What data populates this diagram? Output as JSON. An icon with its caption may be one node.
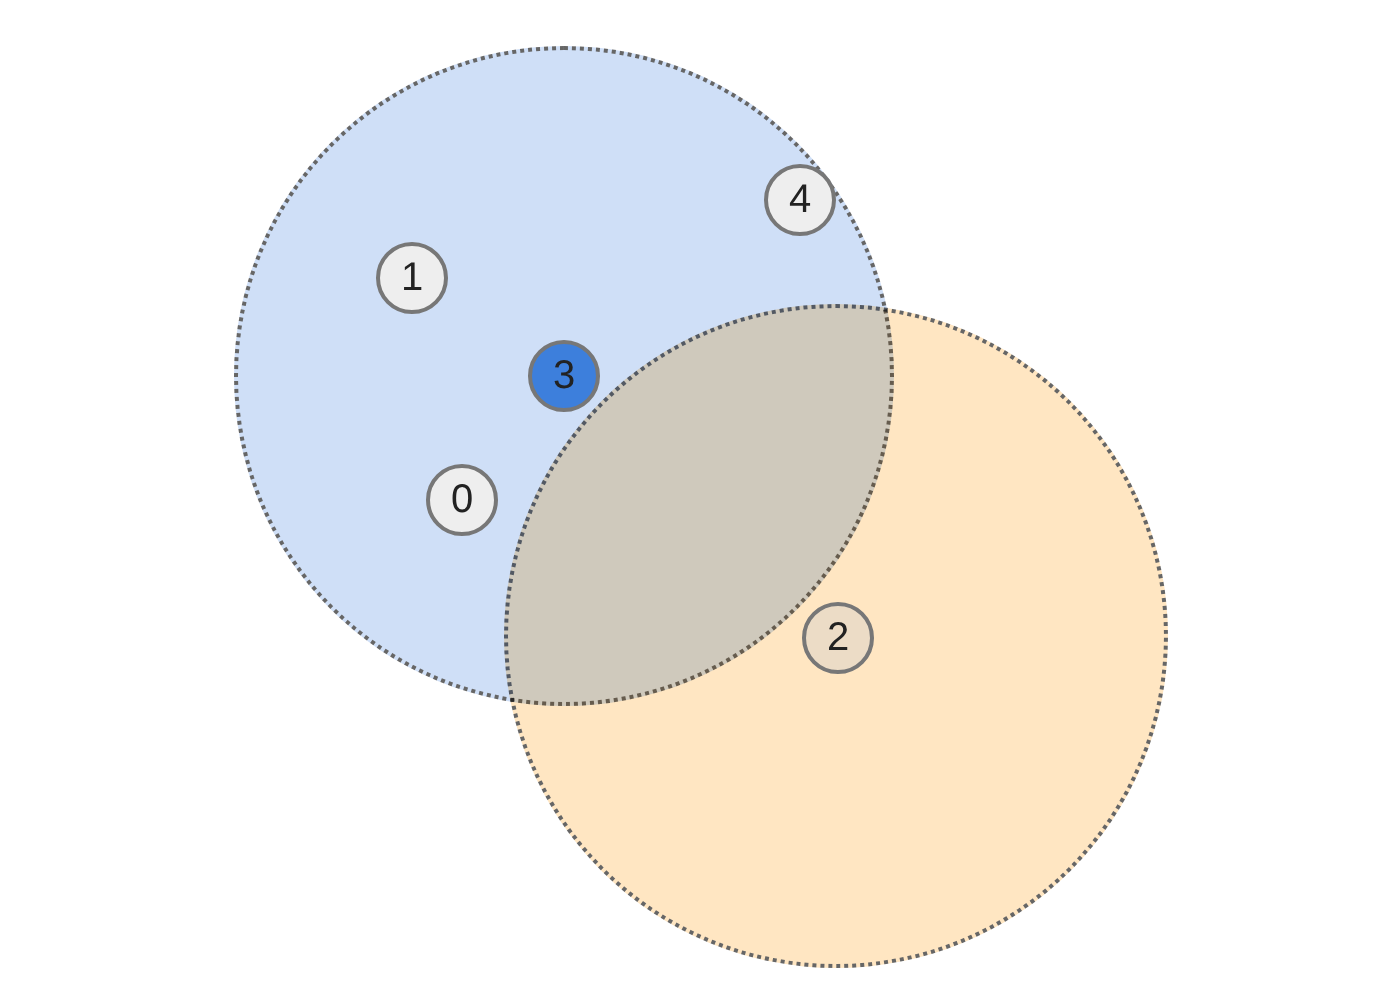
{
  "diagram": {
    "nodes": [
      {
        "text": [],
        "shape": "circle"
      },
      {
        "text": [
          "4"
        ],
        "in": 0
      },
      {
        "text": [
          "1"
        ],
        "in": 0
      },
      {
        "text": [
          "3"
        ]
      },
      {
        "text": [
          "0"
        ],
        "in": 0
      },
      {
        "text": [],
        "shape": "circle"
      },
      {
        "text": [
          "2"
        ]
      }
    ]
  }
}
